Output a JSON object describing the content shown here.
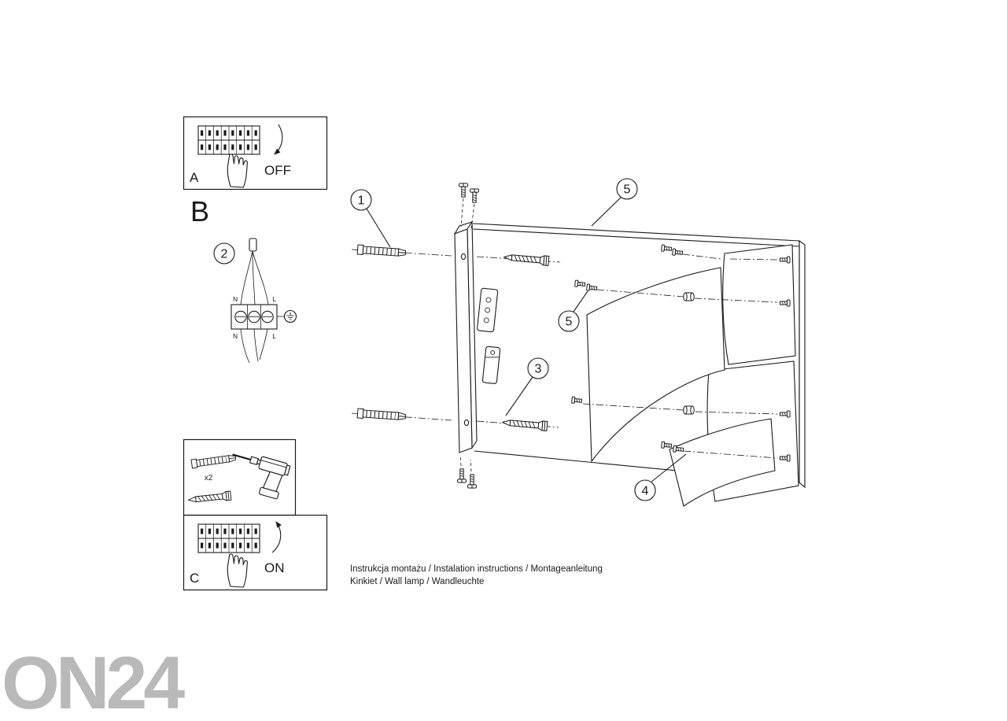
{
  "panel_a": {
    "label": "A",
    "switch_state": "OFF"
  },
  "section_b": {
    "label": "B"
  },
  "panel_c": {
    "label": "C",
    "switch_state": "ON"
  },
  "callouts": {
    "c1": "1",
    "c2": "2",
    "c3": "3",
    "c4": "4",
    "c5": "5"
  },
  "wiring": {
    "n_top": "N",
    "l_top": "L",
    "n_bottom": "N",
    "l_bottom": "L"
  },
  "hardware": {
    "dowel_qty": "x2"
  },
  "footer": {
    "line1": "Instrukcja montażu / Instalation instructions / Montageanleitung",
    "line2": "Kinkiet / Wall lamp / Wandleuchte"
  },
  "watermark": {
    "text": "ON24"
  },
  "colors": {
    "line": "#1a1a1a",
    "watermark": "#b9b9b9"
  }
}
